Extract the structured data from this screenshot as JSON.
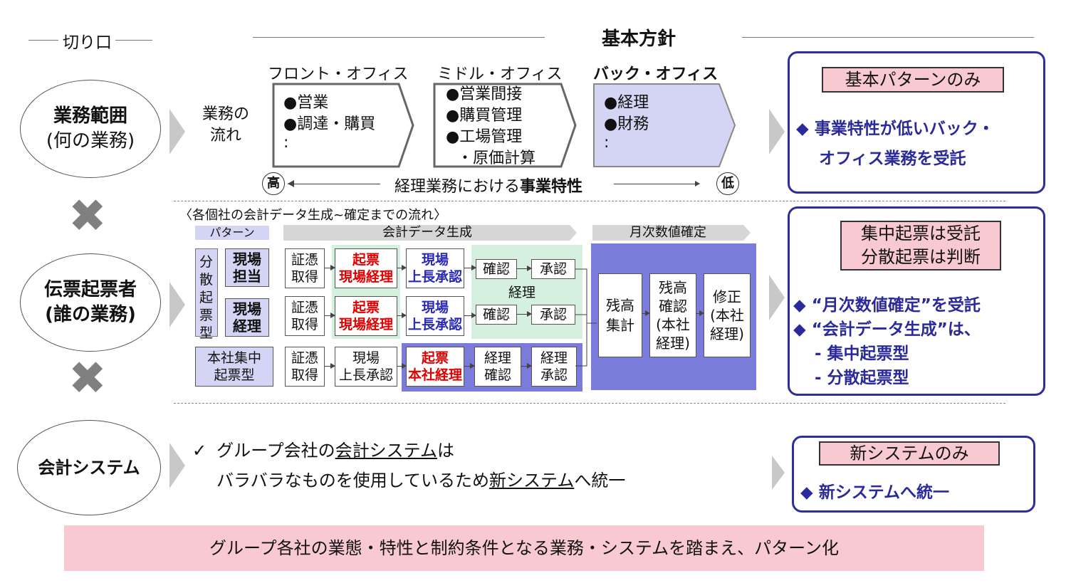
{
  "header": {
    "left": "切り口",
    "center": "基本方針"
  },
  "rows": {
    "scope": {
      "title_l1": "業務範囲",
      "title_l2": "(何の業務)"
    },
    "issuer": {
      "title_l1": "伝票起票者",
      "title_l2": "(誰の業務)"
    },
    "system": {
      "title": "会計システム"
    }
  },
  "flow": {
    "label_l1": "業務の",
    "label_l2": "流れ",
    "front": {
      "title": "フロント・オフィス",
      "items": [
        "●営業",
        "●調達・購買",
        ":"
      ]
    },
    "middle": {
      "title": "ミドル・オフィス",
      "items": [
        "●営業間接",
        "●購買管理",
        "●工場管理",
        "・原価計算"
      ]
    },
    "back": {
      "title": "バック・オフィス",
      "items": [
        "●経理",
        "●財務",
        ":"
      ]
    },
    "high": "高",
    "low": "低",
    "axis_pre": "経理業務における",
    "axis_bold": "事業特性"
  },
  "process": {
    "caption": "〈各個社の会計データ生成~確定までの流れ〉",
    "pattern_header": "パターン",
    "gen_header": "会計データ生成",
    "monthly_header": "月次数値確定",
    "dispersed": "分散起票型",
    "role_site_l1": "現場",
    "role_site_l2": "担当",
    "role_acct_l1": "現場",
    "role_acct_l2": "経理",
    "hq_l1": "本社集中",
    "hq_l2": "起票型",
    "evidence_l1": "証憑",
    "evidence_l2": "取得",
    "issue": "起票",
    "site_acct": "現場経理",
    "hq_acct": "本社経理",
    "site_boss_l1": "現場",
    "site_boss_l2": "上長承認",
    "confirm": "確認",
    "approve": "承認",
    "acct": "経理",
    "acct_confirm_l1": "経理",
    "acct_confirm_l2": "確認",
    "acct_approve_l1": "経理",
    "acct_approve_l2": "承認",
    "bal_sum_l1": "残高",
    "bal_sum_l2": "集計",
    "bal_conf_l1": "残高",
    "bal_conf_l2": "確認",
    "bal_conf_l3": "(本社",
    "bal_conf_l4": "経理)",
    "fix_l1": "修正",
    "fix_l2": "(本社",
    "fix_l3": "経理)"
  },
  "system_text": {
    "check": "✓",
    "l1_pre": "グループ会社の",
    "l1_u": "会計システム",
    "l1_post": "は",
    "l2_pre": "バラバラなものを使用しているため",
    "l2_u": "新システム",
    "l2_post": "へ統一"
  },
  "policy": {
    "p1_head": "基本パターンのみ",
    "p1_l1": "◆ 事業特性が低いバック・",
    "p1_l2": "オフィス業務を受託",
    "p2_head_l1": "集中起票は受託",
    "p2_head_l2": "分散起票は判断",
    "p2_l1": "◆ “月次数値確定”を受託",
    "p2_l2": "◆ “会計データ生成”は、",
    "p2_l3": "- 集中起票型",
    "p2_l4": "- 分散起票型",
    "p3_head": "新システムのみ",
    "p3_l1": "◆ 新システムへ統一"
  },
  "footer": "グループ各社の業態・特性と制約条件となる業務・システムを踏まえ、パターン化",
  "colors": {
    "navy": "#2e2e9a",
    "pink": "#f9c9d2",
    "lavender": "#d4d4f4",
    "green": "#d6f0e0",
    "purple": "#7b7bdc",
    "red": "#e00000"
  }
}
